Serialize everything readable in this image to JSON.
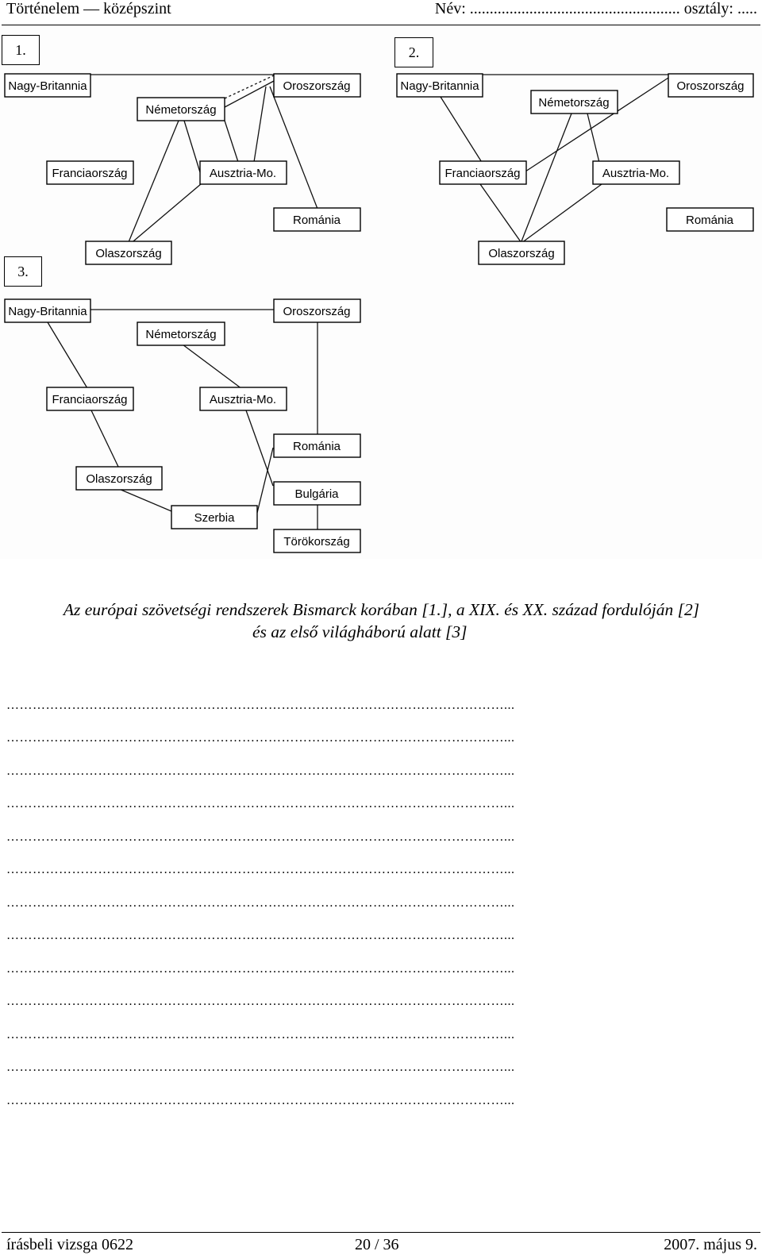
{
  "header": {
    "subject": "Történelem — középszint",
    "name_field": "Név: ..................................................... osztály: ....."
  },
  "diagrams": {
    "d1": {
      "number": "1.",
      "nodes": {
        "nagy_britannia": "Nagy-Britannia",
        "nemetorszag": "Németország",
        "oroszorszag": "Oroszország",
        "franciaorszag": "Franciaország",
        "ausztria": "Ausztria-Mo.",
        "romania": "Románia",
        "olaszorszag": "Olaszország"
      }
    },
    "d2": {
      "number": "2.",
      "nodes": {
        "nagy_britannia": "Nagy-Britannia",
        "nemetorszag": "Németország",
        "oroszorszag": "Oroszország",
        "franciaorszag": "Franciaország",
        "ausztria": "Ausztria-Mo.",
        "romania": "Románia",
        "olaszorszag": "Olaszország"
      }
    },
    "d3": {
      "number": "3.",
      "nodes": {
        "nagy_britannia": "Nagy-Britannia",
        "nemetorszag": "Németország",
        "oroszorszag": "Oroszország",
        "franciaorszag": "Franciaország",
        "ausztria": "Ausztria-Mo.",
        "romania": "Románia",
        "olaszorszag": "Olaszország",
        "szerbia": "Szerbia",
        "bulgaria": "Bulgária",
        "torokorszag": "Törökország"
      }
    }
  },
  "caption": {
    "line1": "Az európai szövetségi rendszerek Bismarck korában [1.], a XIX. és XX. század fordulóján [2]",
    "line2": "és az első világháború alatt [3]"
  },
  "answer_line_text": "……………………………………………………………………………………………………...",
  "answer_line_count": 13,
  "footer": {
    "left": "írásbeli vizsga 0622",
    "center": "20 / 36",
    "right": "2007. május 9."
  }
}
